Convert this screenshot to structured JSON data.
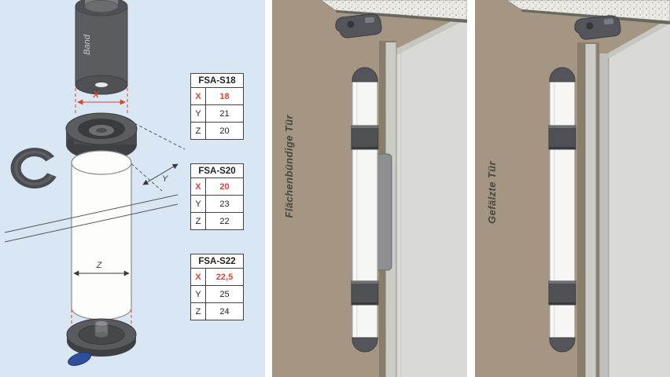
{
  "colors": {
    "accent_red": "#e2402d",
    "panel_blue": "#d9e7f4",
    "wall_tan": "#a49682",
    "door_gray": "#d9d9d6",
    "dark_gray": "#515256"
  },
  "left_panel": {
    "band_label": "Band",
    "dim_x_label": "X",
    "dim_y_label": "Y",
    "dim_z_label": "Z",
    "tables": [
      {
        "title": "FSA-S18",
        "rows": [
          {
            "label": "X",
            "value": "18"
          },
          {
            "label": "Y",
            "value": "21"
          },
          {
            "label": "Z",
            "value": "20"
          }
        ]
      },
      {
        "title": "FSA-S20",
        "rows": [
          {
            "label": "X",
            "value": "20"
          },
          {
            "label": "Y",
            "value": "23"
          },
          {
            "label": "Z",
            "value": "22"
          }
        ]
      },
      {
        "title": "FSA-S22",
        "rows": [
          {
            "label": "X",
            "value": "22,5"
          },
          {
            "label": "Y",
            "value": "25"
          },
          {
            "label": "Z",
            "value": "24"
          }
        ]
      }
    ]
  },
  "middle_panel": {
    "label": "Flächenbündige Tür"
  },
  "right_panel": {
    "label": "Gefälzte Tür"
  }
}
